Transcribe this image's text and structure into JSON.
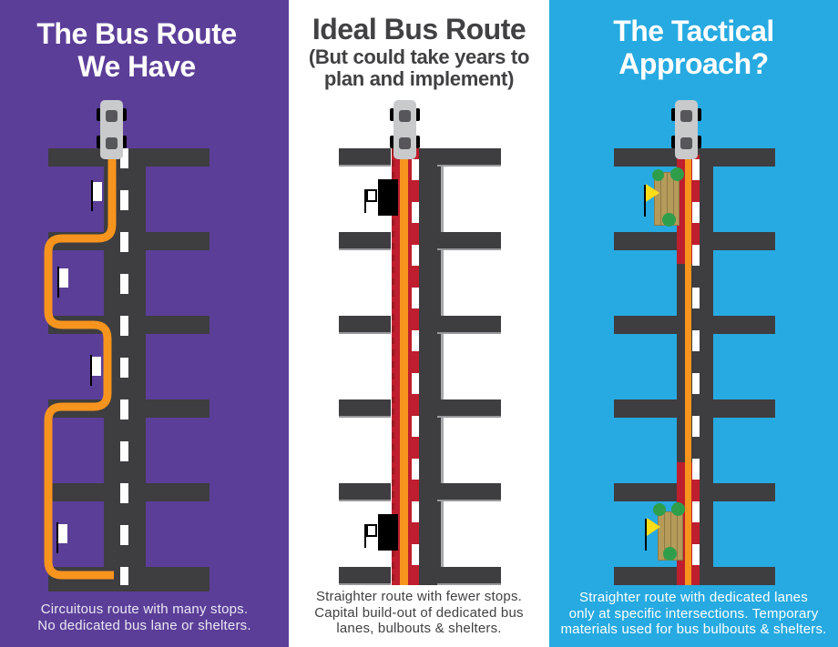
{
  "infographic": {
    "panels": [
      {
        "key": "current",
        "title_lines": [
          "The Bus Route",
          "We Have"
        ],
        "caption_lines": [
          "Circuitous route with many stops.",
          "No dedicated bus lane or shelters."
        ]
      },
      {
        "key": "ideal",
        "title_lines": [
          "Ideal Bus Route"
        ],
        "subtitle_lines": [
          "(But could take years to",
          "plan and implement)"
        ],
        "caption_lines": [
          "Straighter route with fewer stops.",
          "Capital build-out of dedicated bus",
          "lanes, bulbouts & shelters."
        ]
      },
      {
        "key": "tactical",
        "title_lines": [
          "The Tactical",
          "Approach?"
        ],
        "caption_lines": [
          "Straighter route with dedicated lanes",
          "only at specific intersections. Temporary",
          "materials used for bus bulbouts & shelters."
        ]
      }
    ],
    "colors": {
      "purple": "#5b3e98",
      "cyan": "#27aae1",
      "white": "#ffffff",
      "road": "#3e3d40",
      "road_edge_light": "#a7a9ac",
      "street_edge_mid": "#98999c",
      "route_orange": "#f7941e",
      "bus_lane_red": "#be1e2d",
      "bus_lane_red_dark": "#9a1b24",
      "bus_body": "#c9cacc",
      "bus_window": "#57565a",
      "shelter_black": "#000000",
      "wood": "#b49b5a",
      "wood_dark": "#8f7a45",
      "bush_green": "#2f9e4b",
      "flag_yellow": "#ffde17",
      "text_dark": "#414042",
      "text_light": "#eae7f5"
    }
  }
}
